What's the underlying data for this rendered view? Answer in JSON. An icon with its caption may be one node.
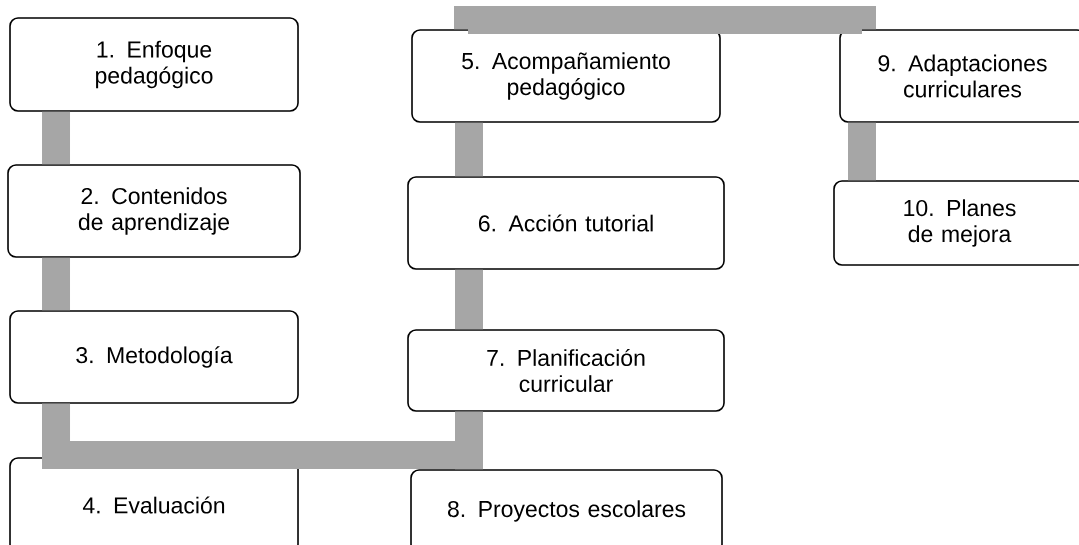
{
  "diagram": {
    "nodes": [
      {
        "text": [
          "1. Enfoque pedagógico"
        ]
      },
      {
        "text": [
          "2. Contenidos de aprendizaje"
        ]
      },
      {
        "text": [
          "3. Metodología"
        ]
      },
      {
        "text": [
          "4. Evaluación"
        ]
      },
      {
        "text": [
          "5. Acompañamiento pedagógico"
        ]
      },
      {
        "text": [
          "6. Acción tutorial"
        ]
      },
      {
        "text": [
          "7. Planificación curricular"
        ]
      },
      {
        "text": [
          "8. Proyectos escolares"
        ]
      },
      {
        "text": [
          "9. Adaptaciones curriculares"
        ]
      },
      {
        "text": [
          "10. Planes de mejora"
        ]
      }
    ],
    "edges": [
      {
        "from": 0,
        "to": 1,
        "arrow": "none"
      },
      {
        "from": 1,
        "to": 2,
        "arrow": "none"
      },
      {
        "from": 2,
        "to": 3,
        "arrow": "none"
      },
      {
        "from": 2,
        "to": 6,
        "arrow": "none"
      },
      {
        "from": 4,
        "to": 5,
        "arrow": "none"
      },
      {
        "from": 5,
        "to": 6,
        "arrow": "none"
      },
      {
        "from": 6,
        "to": 7,
        "arrow": "none"
      },
      {
        "from": 4,
        "to": 8,
        "arrow": "none"
      },
      {
        "from": 8,
        "to": 9,
        "arrow": "none"
      }
    ]
  }
}
